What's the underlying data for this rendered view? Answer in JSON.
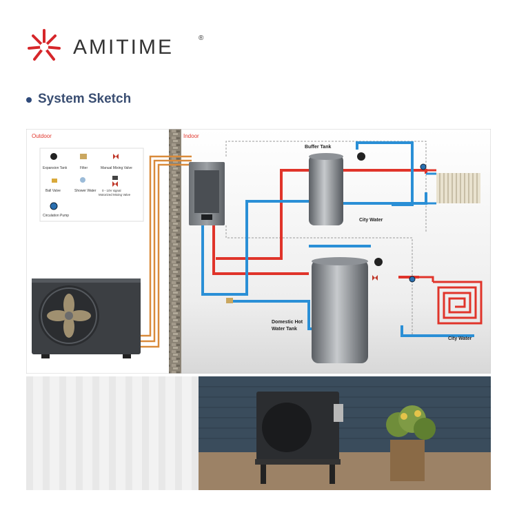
{
  "brand": {
    "name": "AMITIME",
    "registered": "®",
    "accent_color": "#d6262a"
  },
  "section": {
    "title": "System Sketch"
  },
  "diagram": {
    "zones": {
      "outdoor": "Outdoor",
      "indoor": "Indoor"
    },
    "legend": [
      {
        "icon": "expansion-tank-icon",
        "label": "Expansion Tank"
      },
      {
        "icon": "filter-icon",
        "label": "Filter"
      },
      {
        "icon": "manual-mixing-valve-icon",
        "label": "Manual Mixing Valve"
      },
      {
        "icon": "ball-valve-icon",
        "label": "Ball Valve"
      },
      {
        "icon": "shower-water-icon",
        "label": "Shower Water"
      },
      {
        "icon": "motorized-mixing-valve-icon",
        "label_line1": "0 - 10V signal",
        "label_line2": "Motorized Mixing Valve"
      },
      {
        "icon": "circulation-pump-icon",
        "label": "Circulation Pump"
      }
    ],
    "labels": {
      "buffer_tank": "Buffer Tank",
      "city_water_1": "City Water",
      "dhw_tank_line1": "Domestic Hot",
      "dhw_tank_line2": "Water Tank",
      "city_water_2": "City Water"
    },
    "colors": {
      "hot": "#e0342a",
      "cold": "#2a8fd6",
      "refrigerant": "#d98a3a"
    }
  },
  "photo": {
    "description_icon": "installed-heat-pump-photo"
  }
}
